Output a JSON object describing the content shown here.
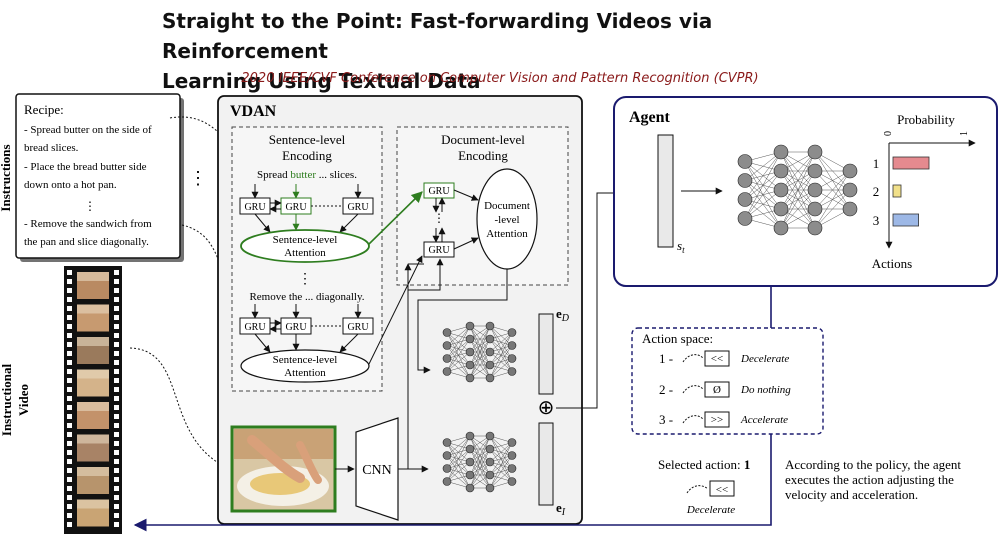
{
  "header": {
    "title_line1": "Straight to the Point: Fast-forwarding Videos via Reinforcement",
    "title_line2": "Learning Using Textual Data",
    "conference": "2020 IEEE/CVF Conference on Computer Vision and Pattern Recognition (CVPR)"
  },
  "instructions": {
    "side_label": "Instructions",
    "heading": "Recipe:",
    "lines": [
      "- Spread butter on the side of",
      "bread slices.",
      "- Place the bread butter side",
      "down onto a hot pan.",
      "- Remove the sandwich from",
      "the pan and slice diagonally."
    ],
    "vdots": "⋮"
  },
  "video": {
    "side_label_1": "Instructional",
    "side_label_2": "Video"
  },
  "vdan": {
    "label": "VDAN",
    "sentence_title_1": "Sentence-level",
    "sentence_title_2": "Encoding",
    "sentence1_pre": "Spread ",
    "sentence1_highlight": "butter",
    "sentence1_post": " ... slices.",
    "sentence2": "Remove the ... diagonally.",
    "gru": "GRU",
    "sent_attention_1": "Sentence-level",
    "sent_attention_2": "Attention",
    "doc_title_1": "Document-level",
    "doc_title_2": "Encoding",
    "doc_attention_1": "Document",
    "doc_attention_2": "-level",
    "doc_attention_3": "Attention",
    "cnn": "CNN",
    "e_d": "e",
    "e_d_sub": "D",
    "e_i": "e",
    "e_i_sub": "I",
    "oplus": "⊕"
  },
  "agent": {
    "label": "Agent",
    "state": "s",
    "state_sub": "t",
    "probability_label": "Probability",
    "axis_zero": "0",
    "axis_one": "1",
    "actions_label": "Actions",
    "bars": [
      {
        "action": "1",
        "value": 0.45,
        "color": "#e58a8f"
      },
      {
        "action": "2",
        "value": 0.1,
        "color": "#f1e08a"
      },
      {
        "action": "3",
        "value": 0.32,
        "color": "#9db8e6"
      }
    ]
  },
  "action_space": {
    "title": "Action space:",
    "items": [
      {
        "num": "1 -",
        "glyph": "<<",
        "name": "Decelerate"
      },
      {
        "num": "2 -",
        "glyph": "Ø",
        "name": "Do nothing"
      },
      {
        "num": "3 -",
        "glyph": ">>",
        "name": "Accelerate"
      }
    ]
  },
  "selected": {
    "label": "Selected action: ",
    "value": "1",
    "glyph": "<<",
    "name": "Decelerate"
  },
  "policy_text": [
    "According to the policy, the agent",
    "executes the action adjusting the",
    "velocity and acceleration."
  ],
  "colors": {
    "green": "#2e7d1f",
    "navy": "#1a1a6e",
    "dark_red": "#8a1a1a",
    "panel_gray": "#f2f2f2"
  }
}
